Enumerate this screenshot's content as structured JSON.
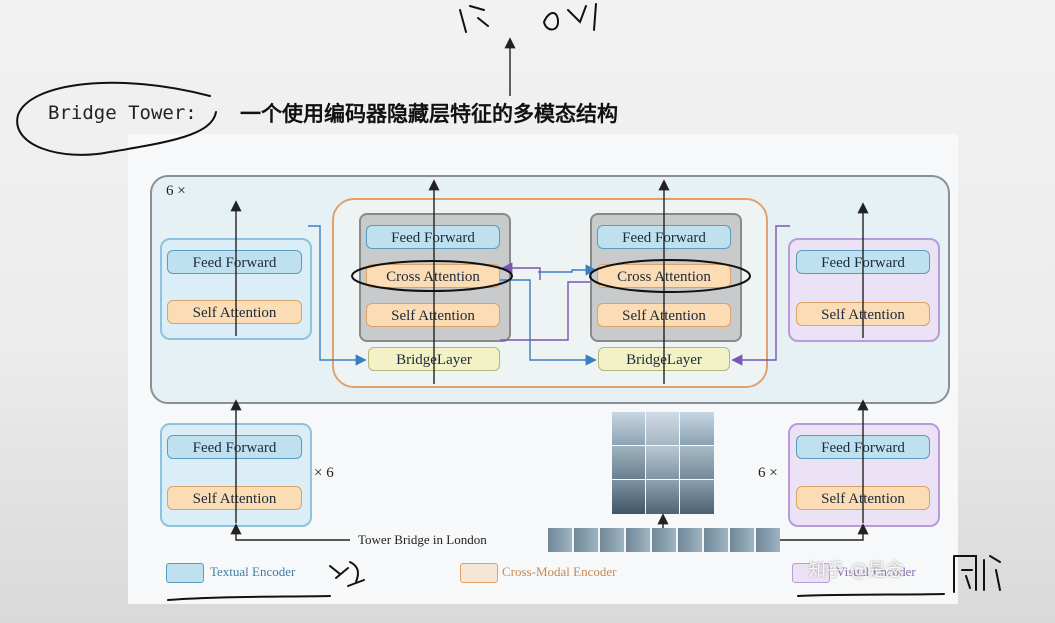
{
  "title": {
    "model_name": "Bridge Tower:",
    "description": "一个使用编码器隐藏层特征的多模态结构"
  },
  "diagram": {
    "repeat_top": "6 ×",
    "repeat_textual": "× 6",
    "repeat_visual": "6 ×",
    "feed_forward": "Feed Forward",
    "self_attention": "Self Attention",
    "cross_attention": "Cross Attention",
    "bridge_layer": "BridgeLayer",
    "caption": "Tower Bridge in London"
  },
  "legend": {
    "textual": "Textual Encoder",
    "cross_modal": "Cross-Modal Encoder",
    "visual": "Visual Encoder"
  },
  "watermark": "知乎 @是念",
  "colors": {
    "textual": "#8cc3df",
    "cross_modal": "#e3a169",
    "visual": "#b99bd9",
    "feed_forward": "#bfe0ee",
    "self_attention": "#fbdcb4",
    "bridge_layer": "#f3f2c6"
  }
}
